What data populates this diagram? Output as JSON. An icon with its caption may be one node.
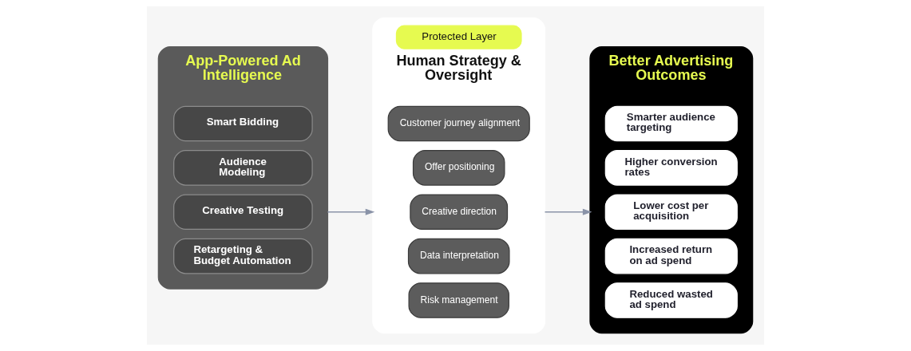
{
  "diagram": {
    "nodes": [
      {
        "text": [
          "App-Powered Ad Intelligence"
        ]
      },
      {
        "text": [
          "Smart Bidding"
        ],
        "in": 0
      },
      {
        "text": [
          "Audience Modeling"
        ],
        "in": 0
      },
      {
        "text": [
          "Creative Testing"
        ],
        "in": 0
      },
      {
        "text": [
          "Retargeting & Budget Automation"
        ],
        "in": 0
      },
      {
        "text": [
          "Protected Layer",
          "Human Strategy & Oversight"
        ]
      },
      {
        "text": [
          "Customer journey alignment"
        ],
        "in": 5
      },
      {
        "text": [
          "Offer positioning"
        ],
        "in": 5
      },
      {
        "text": [
          "Creative direction"
        ],
        "in": 5
      },
      {
        "text": [
          "Data interpretation"
        ],
        "in": 5
      },
      {
        "text": [
          "Risk management"
        ],
        "in": 5
      },
      {
        "text": [
          "Better Advertising Outcomes"
        ]
      },
      {
        "text": [
          "Smarter audience targeting"
        ],
        "in": 11
      },
      {
        "text": [
          "Higher conversion rates"
        ],
        "in": 11
      },
      {
        "text": [
          "Lower cost per acquisition"
        ],
        "in": 11
      },
      {
        "text": [
          "Increased return on ad spend"
        ],
        "in": 11
      },
      {
        "text": [
          "Reduced wasted ad spend"
        ],
        "in": 11
      }
    ],
    "edges": [
      {
        "from": 0,
        "to": 5,
        "arrow": "to"
      },
      {
        "from": 5,
        "to": 11,
        "arrow": "to"
      }
    ]
  }
}
